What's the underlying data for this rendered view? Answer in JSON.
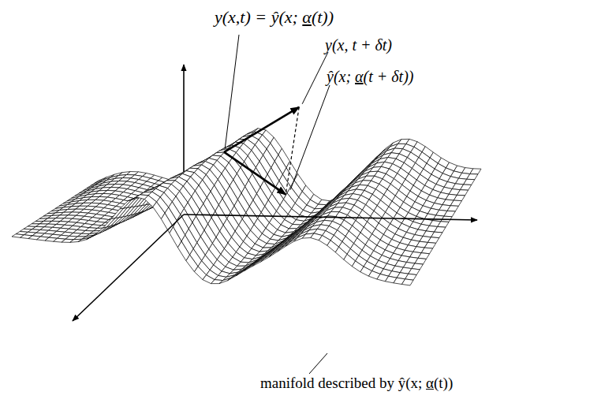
{
  "diagram": {
    "labels": [
      "y(x,t) = ŷ(x; α(t))",
      "y(x, t + δt)",
      "ŷ(x; α(t + δt))",
      "manifold described by ŷ(x; α(t))"
    ]
  }
}
